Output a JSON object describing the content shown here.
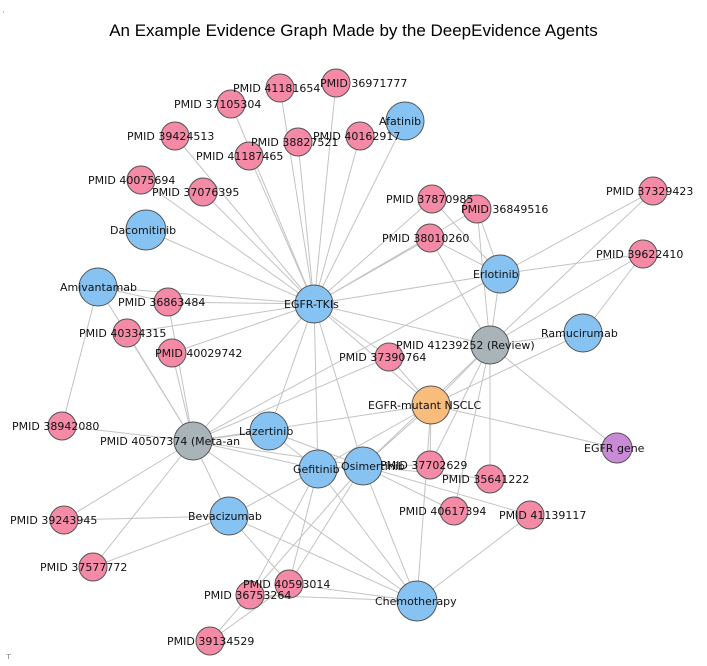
{
  "title": "An Example Evidence Graph Made by the DeepEvidence Agents",
  "colors": {
    "paper": "#f48aa5",
    "drug": "#87c3f2",
    "review": "#a9b4b8",
    "disease": "#f8bd7d",
    "gene": "#c98bd6",
    "edge": "#c3c3c3"
  },
  "nodes": [
    {
      "id": "egfr-tkis",
      "label": "EGFR-TKIs",
      "type": "drug"
    },
    {
      "id": "egfr-mutant-nsclc",
      "label": "EGFR-mutant NSCLC",
      "type": "disease"
    },
    {
      "id": "egfr-gene",
      "label": "EGFR gene",
      "type": "gene"
    },
    {
      "id": "pmid-41239252",
      "label": "PMID 41239252 (Review)",
      "type": "review"
    },
    {
      "id": "pmid-40507374",
      "label": "PMID 40507374 (Meta-an",
      "type": "review"
    },
    {
      "id": "afatinib",
      "label": "Afatinib",
      "type": "drug"
    },
    {
      "id": "dacomitinib",
      "label": "Dacomitinib",
      "type": "drug"
    },
    {
      "id": "amivantamab",
      "label": "Amivantamab",
      "type": "drug"
    },
    {
      "id": "erlotinib",
      "label": "Erlotinib",
      "type": "drug"
    },
    {
      "id": "ramucirumab",
      "label": "Ramucirumab",
      "type": "drug"
    },
    {
      "id": "lazertinib",
      "label": "Lazertinib",
      "type": "drug"
    },
    {
      "id": "gefitinib",
      "label": "Gefitinib",
      "type": "drug"
    },
    {
      "id": "osimertinib",
      "label": "Osimertinib",
      "type": "drug"
    },
    {
      "id": "bevacizumab",
      "label": "Bevacizumab",
      "type": "drug"
    },
    {
      "id": "chemotherapy",
      "label": "Chemotherapy",
      "type": "drug"
    },
    {
      "id": "pmid-41181654",
      "label": "PMID 41181654",
      "type": "paper"
    },
    {
      "id": "pmid-36971777",
      "label": "PMID 36971777",
      "type": "paper"
    },
    {
      "id": "pmid-37105304",
      "label": "PMID 37105304",
      "type": "paper"
    },
    {
      "id": "pmid-39424513",
      "label": "PMID 39424513",
      "type": "paper"
    },
    {
      "id": "pmid-38827521",
      "label": "PMID 38827521",
      "type": "paper"
    },
    {
      "id": "pmid-40162917",
      "label": "PMID 40162917",
      "type": "paper"
    },
    {
      "id": "pmid-41187465",
      "label": "PMID 41187465",
      "type": "paper"
    },
    {
      "id": "pmid-40075694",
      "label": "PMID 40075694",
      "type": "paper"
    },
    {
      "id": "pmid-37076395",
      "label": "PMID 37076395",
      "type": "paper"
    },
    {
      "id": "pmid-37870985",
      "label": "PMID 37870985",
      "type": "paper"
    },
    {
      "id": "pmid-36849516",
      "label": "PMID 36849516",
      "type": "paper"
    },
    {
      "id": "pmid-38010260",
      "label": "PMID 38010260",
      "type": "paper"
    },
    {
      "id": "pmid-37329423",
      "label": "PMID 37329423",
      "type": "paper"
    },
    {
      "id": "pmid-39622410",
      "label": "PMID 39622410",
      "type": "paper"
    },
    {
      "id": "pmid-36863484",
      "label": "PMID 36863484",
      "type": "paper"
    },
    {
      "id": "pmid-40334315",
      "label": "PMID 40334315",
      "type": "paper"
    },
    {
      "id": "pmid-40029742",
      "label": "PMID 40029742",
      "type": "paper"
    },
    {
      "id": "pmid-37390764",
      "label": "PMID 37390764",
      "type": "paper"
    },
    {
      "id": "pmid-38942080",
      "label": "PMID 38942080",
      "type": "paper"
    },
    {
      "id": "pmid-37702629",
      "label": "PMID 37702629",
      "type": "paper"
    },
    {
      "id": "pmid-35641222",
      "label": "PMID 35641222",
      "type": "paper"
    },
    {
      "id": "pmid-40617394",
      "label": "PMID 40617394",
      "type": "paper"
    },
    {
      "id": "pmid-41139117",
      "label": "PMID 41139117",
      "type": "paper"
    },
    {
      "id": "pmid-39243945",
      "label": "PMID 39243945",
      "type": "paper"
    },
    {
      "id": "pmid-37577772",
      "label": "PMID 37577772",
      "type": "paper"
    },
    {
      "id": "pmid-40593014",
      "label": "PMID 40593014",
      "type": "paper"
    },
    {
      "id": "pmid-36753264",
      "label": "PMID 36753264",
      "type": "paper"
    },
    {
      "id": "pmid-39134529",
      "label": "PMID 39134529",
      "type": "paper"
    }
  ],
  "edges": [
    [
      "egfr-tkis",
      "pmid-41181654"
    ],
    [
      "egfr-tkis",
      "pmid-36971777"
    ],
    [
      "egfr-tkis",
      "pmid-37105304"
    ],
    [
      "egfr-tkis",
      "pmid-39424513"
    ],
    [
      "egfr-tkis",
      "pmid-38827521"
    ],
    [
      "egfr-tkis",
      "pmid-40162917"
    ],
    [
      "egfr-tkis",
      "pmid-41187465"
    ],
    [
      "egfr-tkis",
      "pmid-40075694"
    ],
    [
      "egfr-tkis",
      "pmid-37076395"
    ],
    [
      "egfr-tkis",
      "afatinib"
    ],
    [
      "egfr-tkis",
      "dacomitinib"
    ],
    [
      "egfr-tkis",
      "amivantamab"
    ],
    [
      "egfr-tkis",
      "pmid-37870985"
    ],
    [
      "egfr-tkis",
      "pmid-36849516"
    ],
    [
      "egfr-tkis",
      "pmid-38010260"
    ],
    [
      "egfr-tkis",
      "erlotinib"
    ],
    [
      "egfr-tkis",
      "pmid-36863484"
    ],
    [
      "egfr-tkis",
      "pmid-40334315"
    ],
    [
      "egfr-tkis",
      "pmid-40029742"
    ],
    [
      "egfr-tkis",
      "pmid-41239252"
    ],
    [
      "egfr-tkis",
      "pmid-37390764"
    ],
    [
      "egfr-tkis",
      "egfr-mutant-nsclc"
    ],
    [
      "egfr-tkis",
      "pmid-40507374"
    ],
    [
      "egfr-tkis",
      "lazertinib"
    ],
    [
      "egfr-tkis",
      "gefitinib"
    ],
    [
      "egfr-tkis",
      "osimertinib"
    ],
    [
      "egfr-mutant-nsclc",
      "egfr-gene"
    ],
    [
      "egfr-mutant-nsclc",
      "pmid-41239252"
    ],
    [
      "egfr-mutant-nsclc",
      "pmid-37390764"
    ],
    [
      "egfr-mutant-nsclc",
      "pmid-40507374"
    ],
    [
      "egfr-mutant-nsclc",
      "gefitinib"
    ],
    [
      "egfr-mutant-nsclc",
      "osimertinib"
    ],
    [
      "egfr-mutant-nsclc",
      "chemotherapy"
    ],
    [
      "egfr-mutant-nsclc",
      "pmid-37702629"
    ],
    [
      "egfr-mutant-nsclc",
      "ramucirumab"
    ],
    [
      "pmid-41239252",
      "pmid-37329423"
    ],
    [
      "pmid-41239252",
      "pmid-39622410"
    ],
    [
      "pmid-41239252",
      "erlotinib"
    ],
    [
      "pmid-41239252",
      "ramucirumab"
    ],
    [
      "pmid-41239252",
      "pmid-38010260"
    ],
    [
      "pmid-41239252",
      "pmid-36849516"
    ],
    [
      "pmid-41239252",
      "pmid-37702629"
    ],
    [
      "pmid-41239252",
      "pmid-35641222"
    ],
    [
      "pmid-41239252",
      "pmid-40617394"
    ],
    [
      "pmid-41239252",
      "osimertinib"
    ],
    [
      "pmid-41239252",
      "egfr-gene"
    ],
    [
      "erlotinib",
      "pmid-37329423"
    ],
    [
      "erlotinib",
      "pmid-39622410"
    ],
    [
      "erlotinib",
      "pmid-37870985"
    ],
    [
      "erlotinib",
      "pmid-36849516"
    ],
    [
      "erlotinib",
      "pmid-38010260"
    ],
    [
      "erlotinib",
      "pmid-40507374"
    ],
    [
      "ramucirumab",
      "pmid-39622410"
    ],
    [
      "pmid-40507374",
      "amivantamab"
    ],
    [
      "pmid-40507374",
      "pmid-40334315"
    ],
    [
      "pmid-40507374",
      "pmid-40029742"
    ],
    [
      "pmid-40507374",
      "pmid-38942080"
    ],
    [
      "pmid-40507374",
      "pmid-39243945"
    ],
    [
      "pmid-40507374",
      "pmid-37577772"
    ],
    [
      "pmid-40507374",
      "lazertinib"
    ],
    [
      "pmid-40507374",
      "bevacizumab"
    ],
    [
      "pmid-40507374",
      "gefitinib"
    ],
    [
      "pmid-40507374",
      "osimertinib"
    ],
    [
      "pmid-40507374",
      "pmid-36863484"
    ],
    [
      "pmid-40507374",
      "chemotherapy"
    ],
    [
      "amivantamab",
      "pmid-38942080"
    ],
    [
      "amivantamab",
      "pmid-36863484"
    ],
    [
      "lazertinib",
      "osimertinib"
    ],
    [
      "lazertinib",
      "gefitinib"
    ],
    [
      "gefitinib",
      "bevacizumab"
    ],
    [
      "gefitinib",
      "pmid-40593014"
    ],
    [
      "gefitinib",
      "pmid-36753264"
    ],
    [
      "gefitinib",
      "osimertinib"
    ],
    [
      "gefitinib",
      "chemotherapy"
    ],
    [
      "osimertinib",
      "pmid-37702629"
    ],
    [
      "osimertinib",
      "pmid-35641222"
    ],
    [
      "osimertinib",
      "pmid-40617394"
    ],
    [
      "osimertinib",
      "pmid-41139117"
    ],
    [
      "osimertinib",
      "pmid-40593014"
    ],
    [
      "osimertinib",
      "pmid-36753264"
    ],
    [
      "osimertinib",
      "chemotherapy"
    ],
    [
      "bevacizumab",
      "pmid-39243945"
    ],
    [
      "bevacizumab",
      "pmid-37577772"
    ],
    [
      "bevacizumab",
      "pmid-40593014"
    ],
    [
      "bevacizumab",
      "chemotherapy"
    ],
    [
      "chemotherapy",
      "pmid-41139117"
    ],
    [
      "chemotherapy",
      "pmid-40593014"
    ],
    [
      "chemotherapy",
      "pmid-36753264"
    ],
    [
      "pmid-36753264",
      "pmid-39134529"
    ],
    [
      "pmid-40593014",
      "pmid-39134529"
    ],
    [
      "pmid-37390764",
      "pmid-40507374"
    ]
  ],
  "corner_marks": {
    "top_left": "·",
    "bottom_left": "т"
  }
}
